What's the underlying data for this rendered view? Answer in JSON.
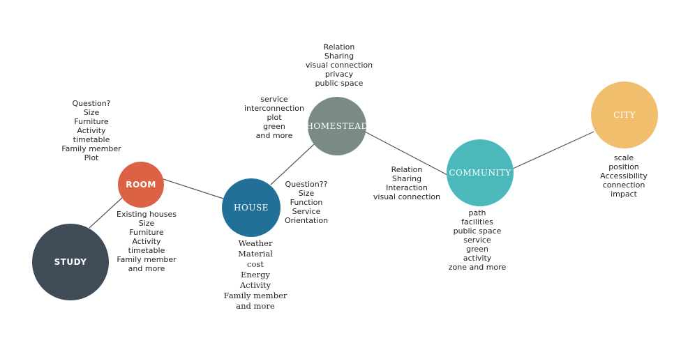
{
  "colors": {
    "study": "#3f4b57",
    "room": "#db6245",
    "house": "#226f97",
    "homestead": "#7a8a87",
    "community": "#4bb8bb",
    "city": "#f1be6d",
    "connector": "#555555"
  },
  "nodes": {
    "study": "STUDY",
    "room": "ROOM",
    "house": "HOUSE",
    "homestead": "HOMESTEAD",
    "community": "COMMUNITY",
    "city": "CITY"
  },
  "notes": {
    "room_top": [
      "Question?",
      "Size",
      "Furniture",
      "Activity",
      "timetable",
      "Family member",
      "Plot"
    ],
    "room_bottom": [
      "Existing houses",
      "Size",
      "Furniture",
      "Activity",
      "timetable",
      "Family member",
      "and more"
    ],
    "house_right": [
      "Question??",
      "Size",
      "Function",
      "Service",
      "Orientation"
    ],
    "house_bottom": [
      "Weather",
      "Material",
      "cost",
      "Energy",
      "Activity",
      "Family member",
      "and more"
    ],
    "homestead_left": [
      "service",
      "interconnection",
      "plot",
      "green",
      "and more"
    ],
    "homestead_top": [
      "Relation",
      "Sharing",
      "visual connection",
      "privacy",
      "public space"
    ],
    "community_left": [
      "Relation",
      "Sharing",
      "Interaction",
      "visual connection"
    ],
    "community_bottom": [
      "path",
      "facilities",
      "public space",
      "service",
      "green",
      "activity",
      "zone and more"
    ],
    "city_bottom": [
      "scale",
      "position",
      "Accessibility",
      "connection",
      "impact"
    ]
  }
}
